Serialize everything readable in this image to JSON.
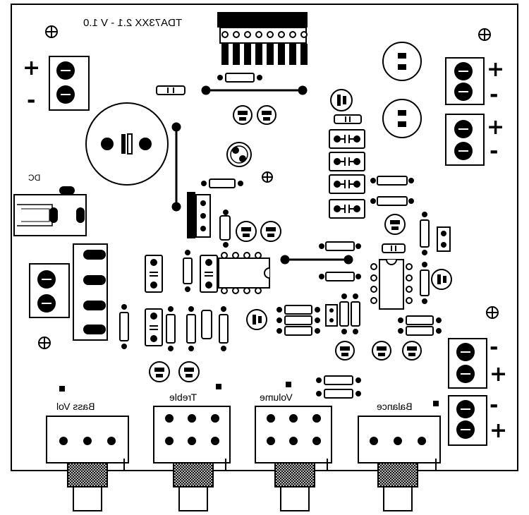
{
  "board": {
    "title": "TDA73XX 2.1 - V 1.0",
    "dc_label": "DC",
    "pots": [
      {
        "label": "Bass Vol"
      },
      {
        "label": "Treble"
      },
      {
        "label": "Volume"
      },
      {
        "label": "Balance"
      }
    ],
    "signs": {
      "plus": "+",
      "minus": "-"
    }
  }
}
